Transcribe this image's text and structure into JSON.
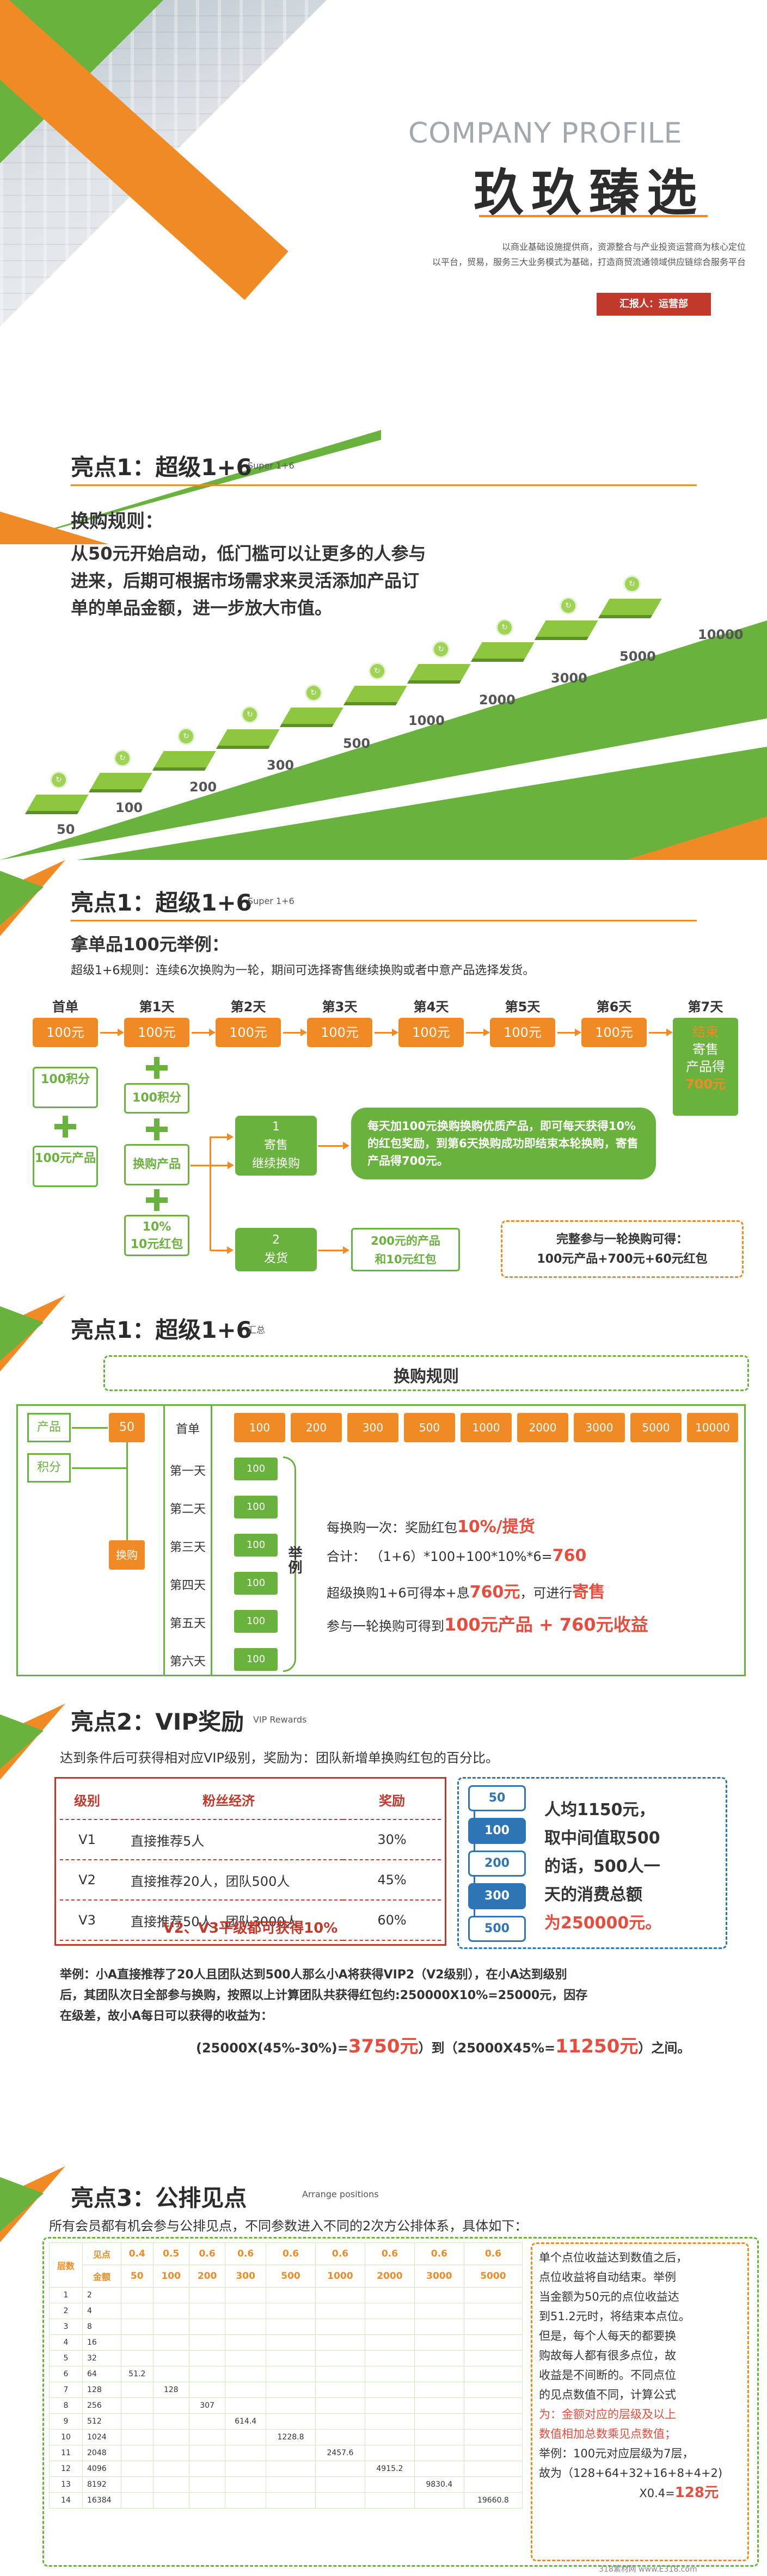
{
  "cover": {
    "company_profile": "COMPANY PROFILE",
    "brand": "玖玖臻选",
    "intro_lines": [
      "以商业基础设施提供商，资源整合与产业投资运营商为核心定位",
      "以平台，贸易，服务三大业务模式为基础，打造商贸流通领域供应链综合服务平台"
    ],
    "reporter": "汇报人：运营部"
  },
  "s1": {
    "title": "亮点1：超级1+6",
    "sub": "Super 1+6",
    "rules_head": "换购规则：",
    "rules_text": [
      "从50元开始启动，低门槛可以让更多的人参与",
      "进来，后期可根据市场需求来灵活添加产品订",
      "单的单品金额，进一步放大市值。"
    ],
    "steps": [
      "50",
      "100",
      "200",
      "300",
      "500",
      "1000",
      "2000",
      "3000",
      "5000",
      "10000"
    ]
  },
  "s2": {
    "title": "亮点1：超级1+6",
    "sub": "Super 1+6",
    "head": "拿单品100元举例：",
    "desc": "超级1+6规则：连续6次换购为一轮，期间可选择寄售继续换购或者中意产品选择发货。",
    "days": [
      "首单",
      "第1天",
      "第2天",
      "第3天",
      "第4天",
      "第5天",
      "第6天",
      "第7天"
    ],
    "day_val": "100元",
    "day7": [
      "结束",
      "寄售",
      "产品得",
      "700元"
    ],
    "left_boxes": [
      "100积分",
      "100元产品"
    ],
    "mid_boxes": [
      "100积分",
      "换购产品",
      "10%",
      "10元红包"
    ],
    "opt1": [
      "1",
      "寄售",
      "继续换购"
    ],
    "opt2": [
      "2",
      "发货"
    ],
    "opt1_desc": "每天加100元换购换购优质产品，即可每天获得10%的红包奖励，到第6天换购成功即结束本轮换购，寄售产品得700元。",
    "opt2_desc": [
      "200元的产品",
      "和10元红包"
    ],
    "summary": [
      "完整参与一轮换购可得：",
      "100元产品+700元+60元红包"
    ]
  },
  "s3": {
    "title": "亮点1：超级1+6",
    "sub": "汇总",
    "rule_head": "换购规则",
    "product": "产品",
    "fifty": "50",
    "points": "积分",
    "exchange": "换购",
    "first": "首单",
    "amounts": [
      "100",
      "200",
      "300",
      "500",
      "1000",
      "2000",
      "3000",
      "5000",
      "10000"
    ],
    "days": [
      "第一天",
      "第二天",
      "第三天",
      "第四天",
      "第五天",
      "第六天"
    ],
    "day_val": "100",
    "example": "举例",
    "lines": [
      {
        "a": "每换购一次：奖励红包",
        "b": "10%/提货"
      },
      {
        "a": "合计：  （1+6）*100+100*10%*6=",
        "b": "760"
      },
      {
        "a": "超级换购1+6可得本+息",
        "b": "760元",
        "c": "，可进行",
        "d": "寄售"
      },
      {
        "a": "参与一轮换购可得到",
        "b": "100元产品 + 760元收益"
      }
    ]
  },
  "s4": {
    "title": "亮点2：VIP奖励",
    "sub": "VIP Rewards",
    "desc": "达到条件后可获得相对应VIP级别，奖励为：团队新增单换购红包的百分比。",
    "headers": [
      "级别",
      "粉丝经济",
      "奖励"
    ],
    "rows": [
      [
        "V1",
        "直接推荐5人",
        "30%"
      ],
      [
        "V2",
        "直接推荐20人，团队500人",
        "45%"
      ],
      [
        "V3",
        "直接推荐50人，团队3000人",
        "60%"
      ]
    ],
    "note": "V2、V3平级都可获得10%",
    "bubbles": [
      "50",
      "100",
      "200",
      "300",
      "500"
    ],
    "right_text": [
      "人均1150元，",
      "取中间值取500",
      "的话，500人一",
      "天的消费总额",
      "为250000元。"
    ],
    "example_lines": [
      "举例：小A直接推荐了20人且团队达到500人那么小A将获得VIP2（V2级别），在小A达到级别",
      "后，其团队次日全部参与换购，按照以上计算团队共获得红包约:250000X10%=25000元，因存",
      "在级差，故小A每日可以获得的收益为："
    ],
    "calc_a": "(25000X(45%-30%)=",
    "calc_b": "3750元",
    "calc_c": "）到（25000X45%=",
    "calc_d": "11250元",
    "calc_e": "）之间。"
  },
  "s5": {
    "title": "亮点3：公排见点",
    "sub": "Arrange positions",
    "desc": "所有会员都有机会参与公排见点，不同参数进入不同的2次方公排体系，具体如下：",
    "col_head": [
      "层数",
      "见点",
      "金额"
    ],
    "ratios": [
      "0.4",
      "0.5",
      "0.6",
      "0.6",
      "0.6",
      "0.6",
      "0.6",
      "0.6",
      "0.6"
    ],
    "amounts": [
      "50",
      "100",
      "200",
      "300",
      "500",
      "1000",
      "2000",
      "3000",
      "5000"
    ],
    "rows": [
      [
        "1",
        "2"
      ],
      [
        "2",
        "4"
      ],
      [
        "3",
        "8"
      ],
      [
        "4",
        "16"
      ],
      [
        "5",
        "32"
      ],
      [
        "6",
        "64",
        "51.2"
      ],
      [
        "7",
        "128",
        "",
        "128"
      ],
      [
        "8",
        "256",
        "",
        "",
        "307"
      ],
      [
        "9",
        "512",
        "",
        "",
        "",
        "614.4"
      ],
      [
        "10",
        "1024",
        "",
        "",
        "",
        "",
        "1228.8"
      ],
      [
        "11",
        "2048",
        "",
        "",
        "",
        "",
        "",
        "2457.6"
      ],
      [
        "12",
        "4096",
        "",
        "",
        "",
        "",
        "",
        "",
        "4915.2"
      ],
      [
        "13",
        "8192",
        "",
        "",
        "",
        "",
        "",
        "",
        "",
        "9830.4"
      ],
      [
        "14",
        "16384",
        "",
        "",
        "",
        "",
        "",
        "",
        "",
        "",
        "19660.8"
      ]
    ],
    "right_text": [
      "单个点位收益达到数值之后，",
      "点位收益将自动结束。举例",
      "当金额为50元的点位收益达",
      "到51.2元时，将结束本点位。",
      "但是，每个人每天的都要换",
      "购故每人都有很多点位，故",
      "收益是不间断的。不同点位",
      "的见点数值不同，计算公式",
      "为：金额对应的层级及以上",
      "数值相加总数乘见点数值；",
      "举例：100元对应层级为7层，",
      "故为（128+64+32+16+8+4+2)"
    ],
    "calc": "X0.4=",
    "calc_b": "128元",
    "watermark": "318素材网 www.E318.com"
  }
}
